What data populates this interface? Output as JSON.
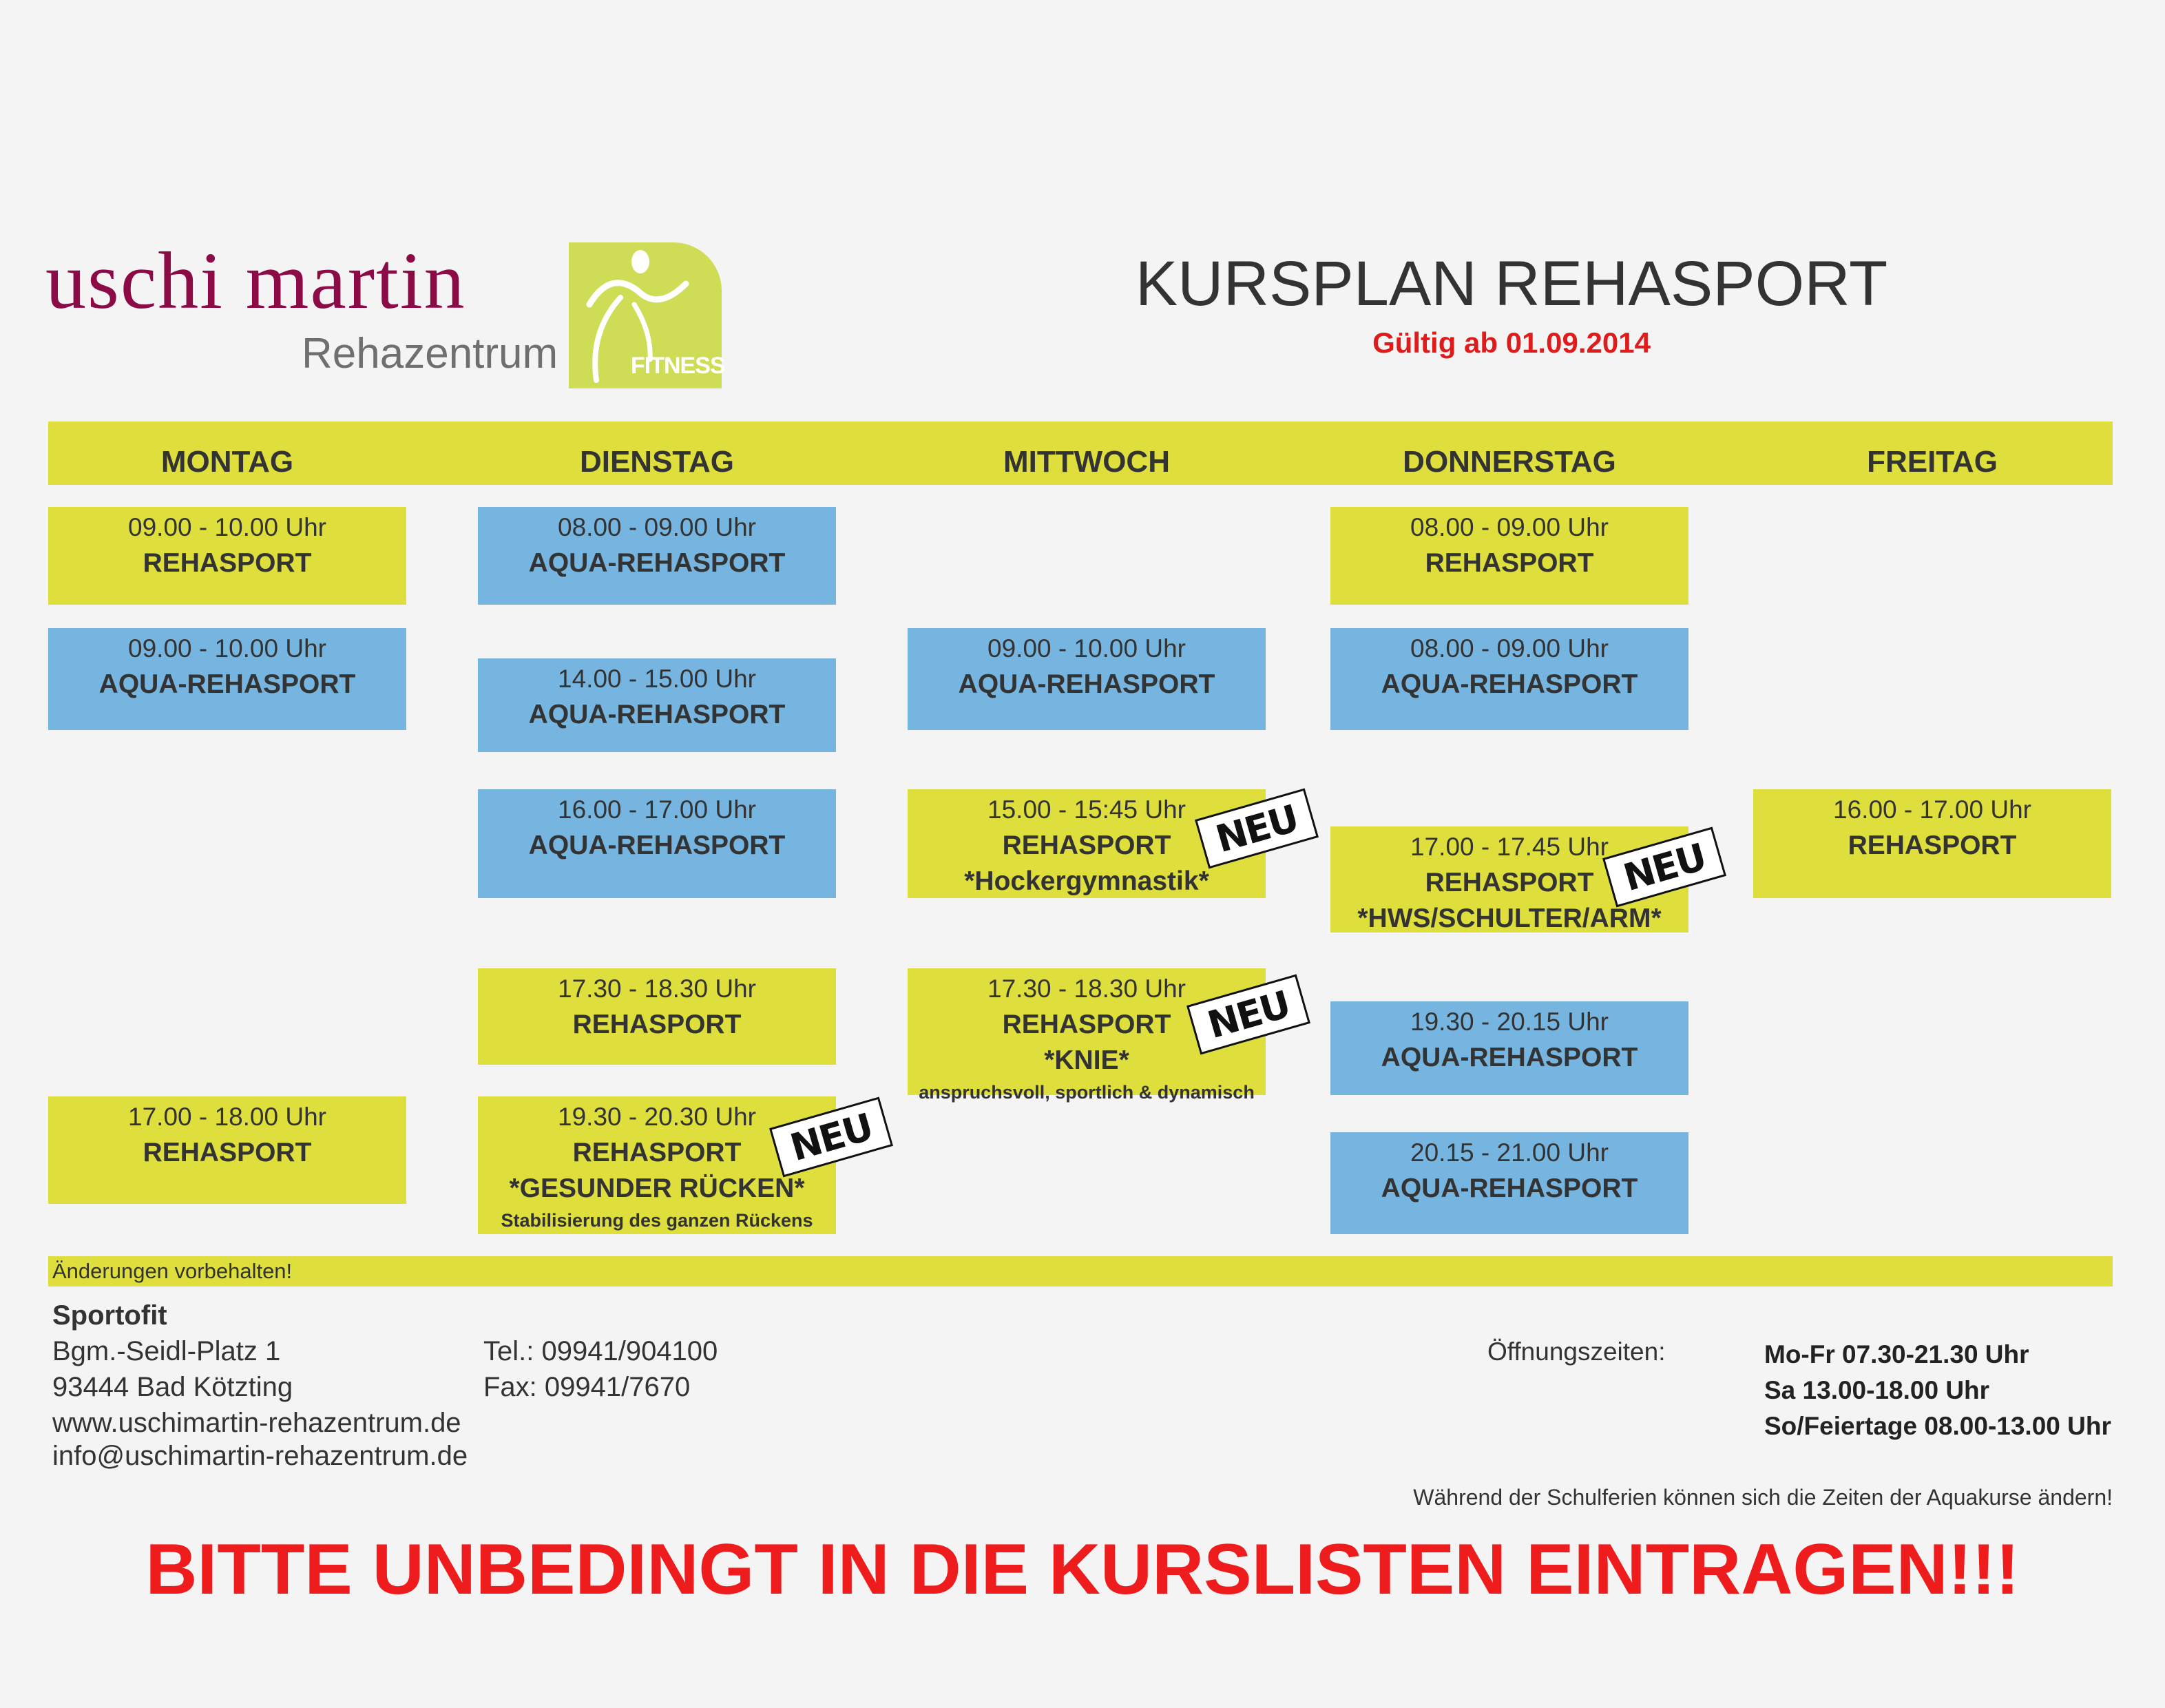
{
  "logo": {
    "name": "uschi martin",
    "subtitle": "Rehazentrum",
    "badge": "FITNESS",
    "brand_color": "#8c0b47",
    "badge_color": "#cfdc55"
  },
  "header": {
    "title": "KURSPLAN REHASPORT",
    "valid_from": "Gültig ab 01.09.2014"
  },
  "days": [
    "MONTAG",
    "DIENSTAG",
    "MITTWOCH",
    "DONNERSTAG",
    "FREITAG"
  ],
  "colors": {
    "land": "#dede3c",
    "aqua": "#76b5df",
    "accent_red": "#ee1c1c"
  },
  "classes": [
    {
      "day": 0,
      "color": "yellow",
      "lines": [
        "09.00 - 10.00 Uhr",
        "REHASPORT"
      ]
    },
    {
      "day": 0,
      "color": "blue",
      "lines": [
        "09.00 - 10.00 Uhr",
        "AQUA-REHASPORT"
      ]
    },
    {
      "day": 0,
      "color": "yellow",
      "lines": [
        "17.00 - 18.00 Uhr",
        "REHASPORT"
      ]
    },
    {
      "day": 1,
      "color": "blue",
      "lines": [
        "08.00 - 09.00 Uhr",
        "AQUA-REHASPORT"
      ]
    },
    {
      "day": 1,
      "color": "blue",
      "lines": [
        "14.00 - 15.00 Uhr",
        "AQUA-REHASPORT"
      ]
    },
    {
      "day": 1,
      "color": "blue",
      "lines": [
        "16.00 - 17.00 Uhr",
        "AQUA-REHASPORT"
      ]
    },
    {
      "day": 1,
      "color": "yellow",
      "lines": [
        "17.30 - 18.30 Uhr",
        "REHASPORT"
      ]
    },
    {
      "day": 1,
      "color": "yellow",
      "lines": [
        "19.30 - 20.30 Uhr",
        "REHASPORT",
        "*GESUNDER RÜCKEN*",
        "Stabilisierung des ganzen Rückens"
      ],
      "new": "NEU"
    },
    {
      "day": 2,
      "color": "blue",
      "lines": [
        "09.00 - 10.00 Uhr",
        "AQUA-REHASPORT"
      ]
    },
    {
      "day": 2,
      "color": "yellow",
      "lines": [
        "15.00 - 15:45 Uhr",
        "REHASPORT",
        "*Hockergymnastik*"
      ],
      "new": "NEU"
    },
    {
      "day": 2,
      "color": "yellow",
      "lines": [
        "17.30 - 18.30 Uhr",
        "REHASPORT",
        "*KNIE*",
        "anspruchsvoll, sportlich & dynamisch"
      ],
      "new": "NEU"
    },
    {
      "day": 3,
      "color": "yellow",
      "lines": [
        "08.00 - 09.00 Uhr",
        "REHASPORT"
      ]
    },
    {
      "day": 3,
      "color": "blue",
      "lines": [
        "08.00 - 09.00 Uhr",
        "AQUA-REHASPORT"
      ]
    },
    {
      "day": 3,
      "color": "yellow",
      "lines": [
        "17.00 - 17.45 Uhr",
        "REHASPORT",
        "*HWS/SCHULTER/ARM*"
      ],
      "new": "NEU"
    },
    {
      "day": 3,
      "color": "blue",
      "lines": [
        "19.30 - 20.15 Uhr",
        "AQUA-REHASPORT"
      ]
    },
    {
      "day": 3,
      "color": "blue",
      "lines": [
        "20.15 - 21.00 Uhr",
        "AQUA-REHASPORT"
      ]
    },
    {
      "day": 4,
      "color": "yellow",
      "lines": [
        "16.00 - 17.00 Uhr",
        "REHASPORT"
      ]
    }
  ],
  "footer": {
    "disclaimer": "Änderungen vorbehalten!",
    "company": "Sportofit",
    "street": "Bgm.-Seidl-Platz 1",
    "city": "93444 Bad Kötzting",
    "web": "www.uschimartin-rehazentrum.de",
    "email": "info@uschimartin-rehazentrum.de",
    "tel": "Tel.: 09941/904100",
    "fax": "Fax: 09941/7670",
    "hours_label": "Öffnungszeiten:",
    "hours": [
      "Mo-Fr 07.30-21.30 Uhr",
      "Sa 13.00-18.00 Uhr",
      "So/Feiertage 08.00-13.00 Uhr"
    ],
    "note": "Während der Schulferien können sich die Zeiten der Aquakurse ändern!",
    "call_to_action": "BITTE UNBEDINGT IN DIE KURSLISTEN EINTRAGEN!!!"
  }
}
